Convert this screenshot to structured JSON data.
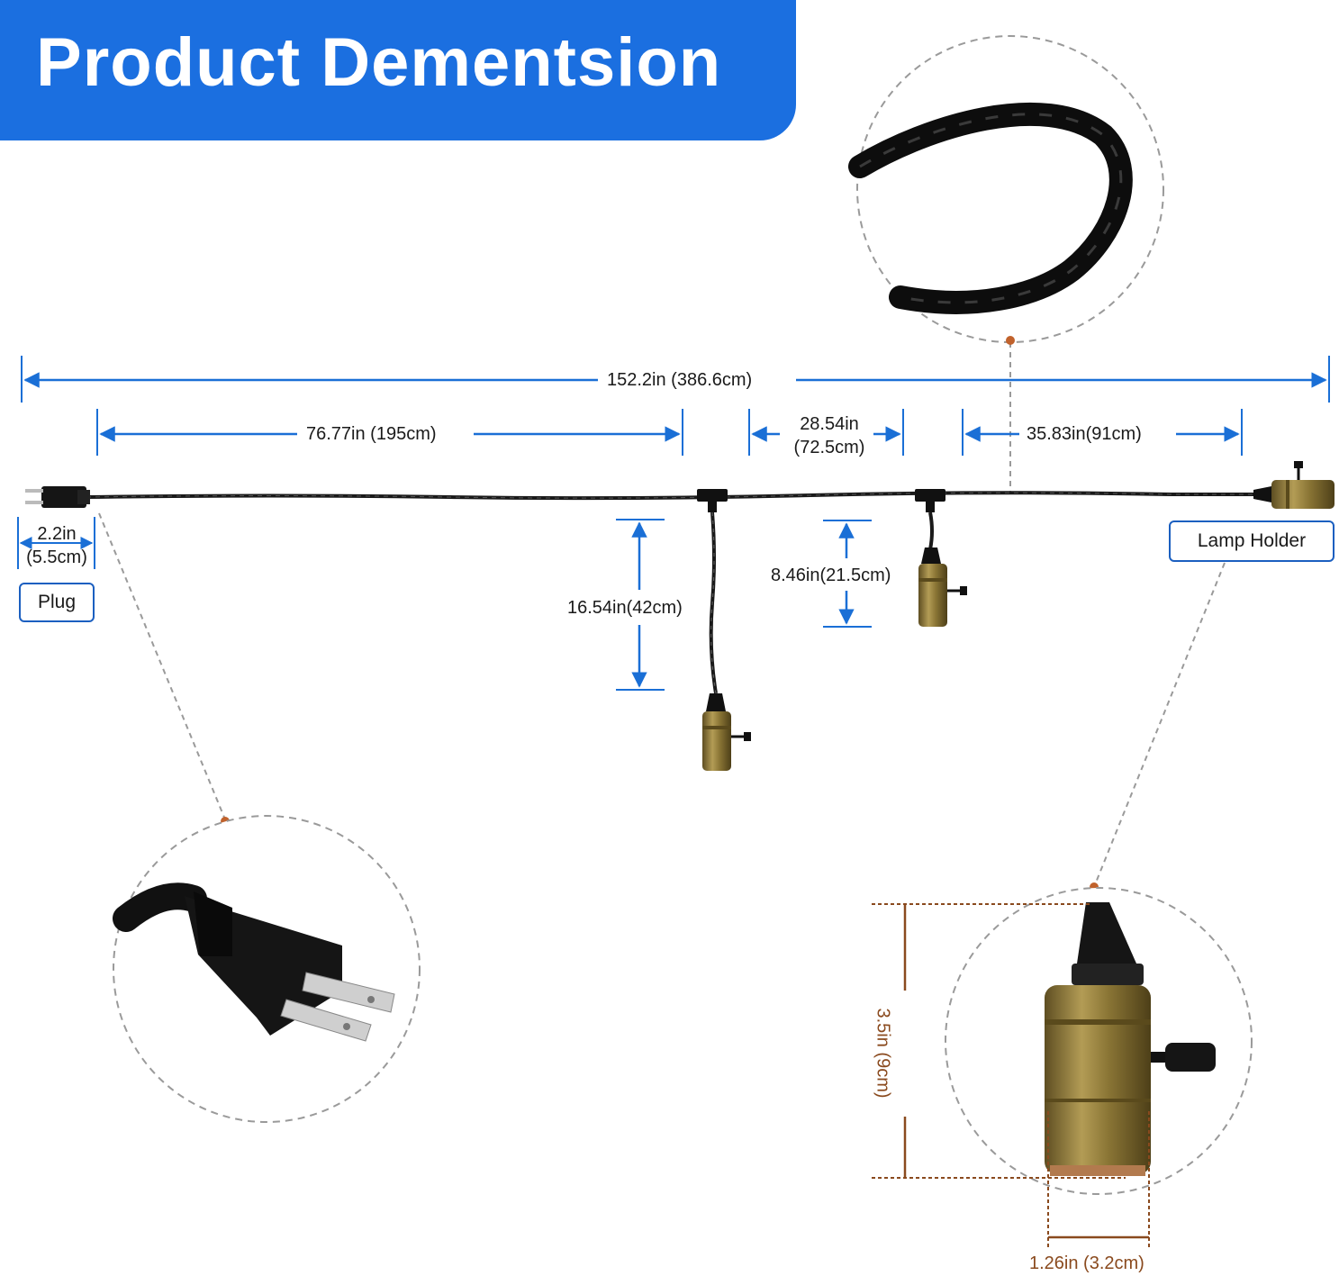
{
  "header": {
    "title": "Product Dementsion"
  },
  "dimensions": {
    "total_length": "152.2in (386.6cm)",
    "plug_to_first": "76.77in (195cm)",
    "between_drops": "28.54in (72.5cm)",
    "last_to_holder": "35.83in(91cm)",
    "long_drop": "16.54in(42cm)",
    "short_drop": "8.46in(21.5cm)",
    "plug_length": "2.2in (5.5cm)",
    "holder_height": "3.5in (9cm)",
    "holder_diameter": "1.26in (3.2cm)"
  },
  "labels": {
    "plug": "Plug",
    "lamp_holder": "Lamp Holder"
  },
  "colors": {
    "accent_blue": "#1b6fe0",
    "dimension_blue": "#1a6fd6",
    "brown_dimension": "#8a4a1e",
    "brass": "#8a7535"
  }
}
